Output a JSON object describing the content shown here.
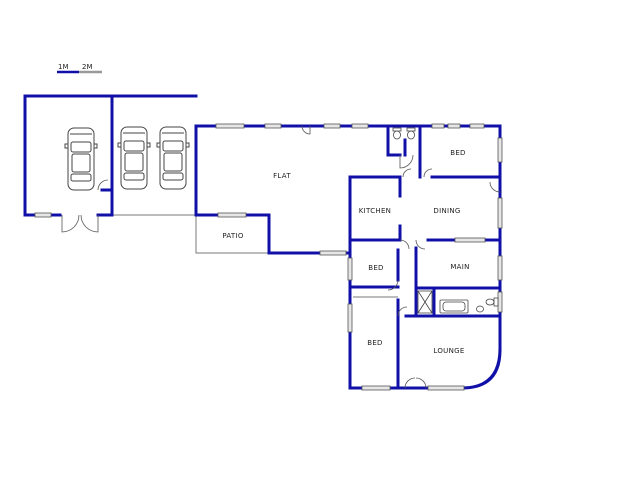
{
  "scale": {
    "label_1": "1M",
    "label_2": "2M"
  },
  "rooms": {
    "flat": "FLAT",
    "patio": "PATIO",
    "kitchen": "KITCHEN",
    "dining": "DINING",
    "bed_top": "BED",
    "bed_middle": "BED",
    "bed_bottom": "BED",
    "main": "MAIN",
    "lounge": "LOUNGE"
  },
  "colors": {
    "wall": "#1010a8",
    "window": "#e6e6e6",
    "outline": "#7a7a7a"
  },
  "icons": [
    "car-icon",
    "toilet-icon",
    "bath-icon",
    "basin-icon",
    "door-swing-icon"
  ]
}
